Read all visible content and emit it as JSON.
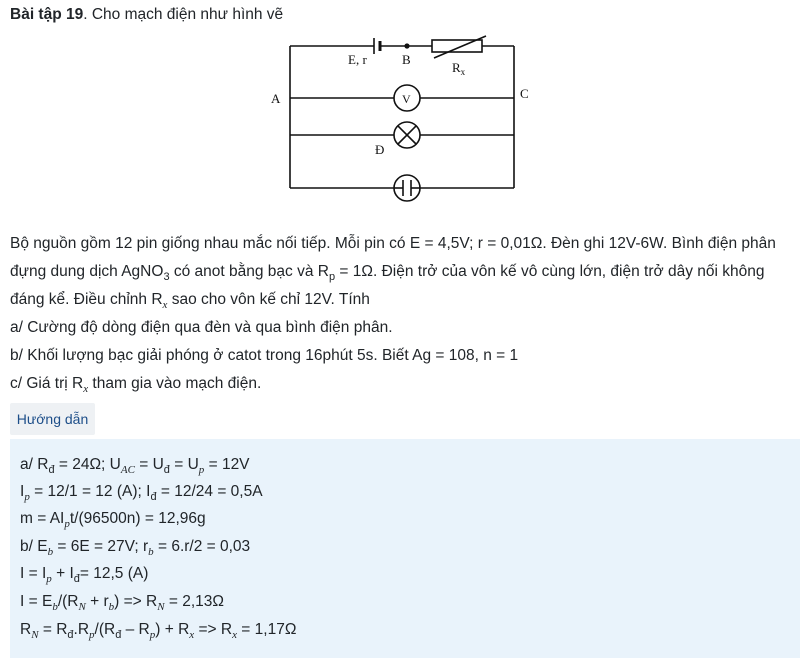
{
  "title": {
    "bold": "Bài tập 19",
    "rest": ". Cho mạch điện như hình vẽ"
  },
  "diagram": {
    "label_Er": "E, r",
    "label_B": "B",
    "label_Rx": "R",
    "label_Rx_sub": "x",
    "label_A": "A",
    "label_C": "C",
    "label_V": "V",
    "label_D": "Đ"
  },
  "problem": {
    "line1": "Bộ nguồn gồm 12 pin giống nhau mắc nối tiếp. Mỗi pin có E = 4,5V; r = 0,01Ω. Đèn ghi 12V-6W. Bình điện phân",
    "line2a": "đựng dung dịch AgNO",
    "line2_sub": "3",
    "line2b": " có anot bằng bạc và R",
    "line2_sub2": "p",
    "line2c": " = 1Ω. Điện trở của vôn kế vô cùng lớn, điện trở dây nối không",
    "line3a": "đáng kể. Điều chỉnh R",
    "line3_sub": "x",
    "line3b": " sao cho vôn kế chỉ 12V. Tính",
    "qa": "a/ Cường độ dòng điện qua đèn và qua bình điện phân.",
    "qb": "b/ Khối lượng bạc giải phóng ở catot trong 16phút 5s. Biết Ag = 108, n = 1",
    "qc_a": "c/ Giá trị R",
    "qc_sub": "x",
    "qc_b": " tham gia vào mạch điện."
  },
  "guide_button": "Hướng dẫn",
  "solution": {
    "s1": [
      "a/ R",
      "đ",
      " = 24Ω; U",
      "AC",
      " = U",
      "đ",
      " = U",
      "p",
      " = 12V"
    ],
    "s2": [
      "I",
      "p",
      " = 12/1 = 12 (A); I",
      "đ",
      " = 12/24 = 0,5A"
    ],
    "s3": [
      "m = AI",
      "p",
      "t/(96500n) = 12,96g"
    ],
    "s4": [
      "b/ E",
      "b",
      " = 6E = 27V; r",
      "b",
      " = 6.r/2 = 0,03"
    ],
    "s5": [
      "I = I",
      "p",
      " + I",
      "đ",
      "= 12,5 (A)"
    ],
    "s6": [
      "I = E",
      "b",
      "/(R",
      "N",
      " + r",
      "b",
      ") => R",
      "N",
      " = 2,13Ω"
    ],
    "s7": [
      "R",
      "N",
      " = R",
      "đ",
      ".R",
      "p",
      "/(R",
      "đ",
      " – R",
      "p",
      ") + R",
      "x",
      " => R",
      "x",
      " = 1,17Ω"
    ]
  }
}
